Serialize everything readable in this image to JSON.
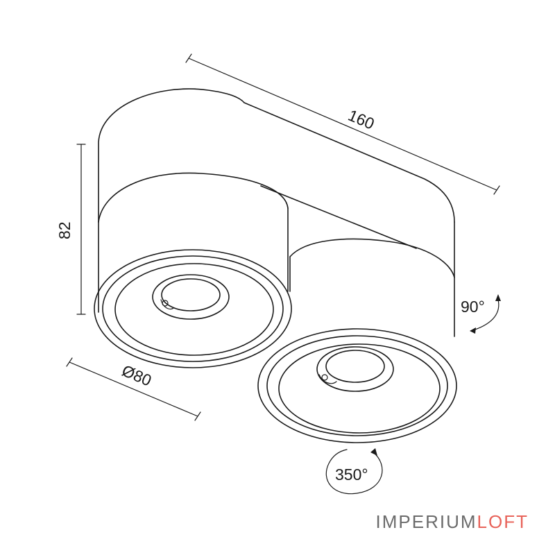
{
  "dimensions": {
    "length": "160",
    "height": "82",
    "diameter": "Ø80",
    "tilt": "90°",
    "rotation": "350°"
  },
  "brand": {
    "part1": "IMPERIUM",
    "part2": "LOFT",
    "color_part1": "#6b6b6b",
    "color_part2": "#e8635a"
  }
}
